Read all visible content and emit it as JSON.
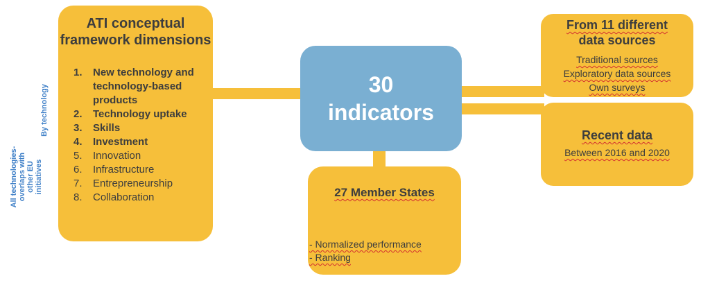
{
  "framework": {
    "title_line1": "ATI conceptual",
    "title_line2": "framework dimensions",
    "dimensions": [
      {
        "num": "1.",
        "label": "New technology and technology-based products",
        "bold": true
      },
      {
        "num": "2.",
        "label": "Technology uptake",
        "bold": true
      },
      {
        "num": "3.",
        "label": "Skills",
        "bold": true
      },
      {
        "num": "4.",
        "label": "Investment",
        "bold": true
      },
      {
        "num": "5.",
        "label": "Innovation",
        "bold": false
      },
      {
        "num": "6.",
        "label": "Infrastructure",
        "bold": false
      },
      {
        "num": "7.",
        "label": "Entrepreneurship",
        "bold": false
      },
      {
        "num": "8.",
        "label": "Collaboration",
        "bold": false
      }
    ]
  },
  "side_labels": {
    "by_technology": "By technology",
    "all_tech_line1": "All technologies-",
    "all_tech_line2": "overlaps with",
    "all_tech_line3": "other EU",
    "all_tech_line4": "initiatives"
  },
  "indicators": {
    "number": "30",
    "word": "indicators"
  },
  "member_states": {
    "title": "27 Member States",
    "item1": "- Normalized performance",
    "item2": "- Ranking"
  },
  "sources": {
    "title_line1": "From 11 different",
    "title_line2": "data sources",
    "item1": "Traditional sources",
    "item2": "Exploratory data sources",
    "item3": "Own surveys"
  },
  "recent": {
    "title": "Recent data",
    "subtitle": "Between 2016 and 2020"
  },
  "colors": {
    "box_fill": "#f6bf3a",
    "center_fill": "#7aafd2",
    "label_blue": "#3e7fc7"
  }
}
